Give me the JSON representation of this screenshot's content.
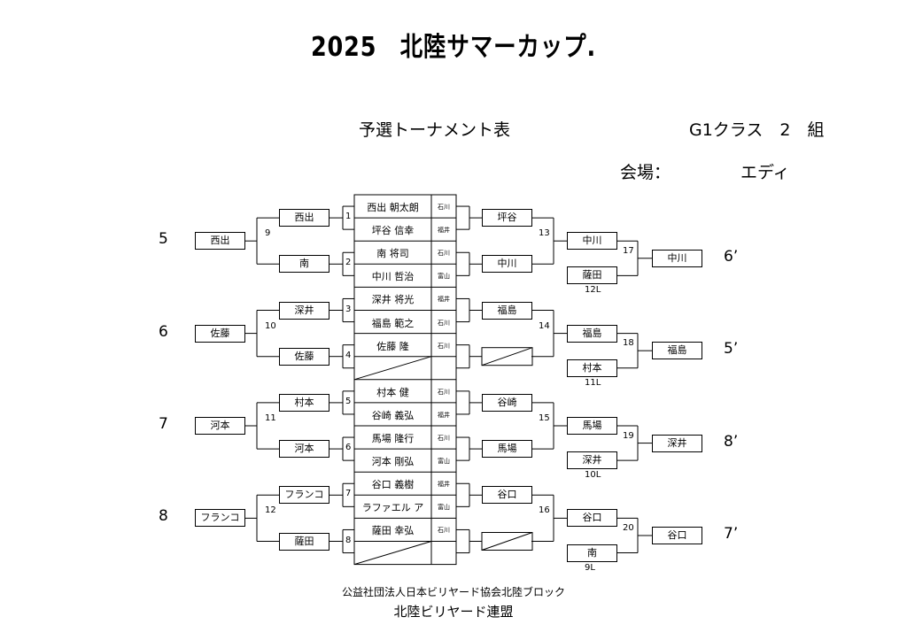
{
  "header": {
    "title": "2025　北陸サマーカップ.",
    "subtitle": "予選トーナメント表",
    "class_label": "G1クラス　2　組",
    "venue_label": "会場：",
    "venue": "エディ"
  },
  "table": [
    {
      "name": "西出 朝太朗",
      "pref": "石川"
    },
    {
      "name": "坪谷 信幸",
      "pref": "福井"
    },
    {
      "name": "南 将司",
      "pref": "石川"
    },
    {
      "name": "中川 哲治",
      "pref": "富山"
    },
    {
      "name": "深井 将光",
      "pref": "福井"
    },
    {
      "name": "福島 範之",
      "pref": "石川"
    },
    {
      "name": "佐藤 隆",
      "pref": "石川"
    },
    {
      "name": "",
      "pref": "",
      "bye": true
    },
    {
      "name": "村本 健",
      "pref": "石川"
    },
    {
      "name": "谷崎 義弘",
      "pref": "福井"
    },
    {
      "name": "馬場 隆行",
      "pref": "石川"
    },
    {
      "name": "河本 剛弘",
      "pref": "富山"
    },
    {
      "name": "谷口 義樹",
      "pref": "福井"
    },
    {
      "name": "ラファエル ア",
      "pref": "富山"
    },
    {
      "name": "薩田 幸弘",
      "pref": "石川"
    },
    {
      "name": "",
      "pref": "",
      "bye": true
    }
  ],
  "blocks": [
    {
      "seed": "5",
      "left_final": "西出",
      "left_num": "9",
      "left_r1": [
        "西出",
        "南"
      ],
      "matches": [
        "1",
        "2"
      ],
      "right_r1": [
        "坪谷",
        "中川"
      ],
      "right_num": "13",
      "right_box": "中川",
      "loser_box": "薩田",
      "loser_label": "12L",
      "final_num": "17",
      "winner": "中川",
      "place": "6’"
    },
    {
      "seed": "6",
      "left_final": "佐藤",
      "left_num": "10",
      "left_r1": [
        "深井",
        "佐藤"
      ],
      "matches": [
        "3",
        "4"
      ],
      "right_r1": [
        "福島",
        null
      ],
      "right_num": "14",
      "right_box": "福島",
      "loser_box": "村本",
      "loser_label": "11L",
      "final_num": "18",
      "winner": "福島",
      "place": "5’"
    },
    {
      "seed": "7",
      "left_final": "河本",
      "left_num": "11",
      "left_r1": [
        "村本",
        "河本"
      ],
      "matches": [
        "5",
        "6"
      ],
      "right_r1": [
        "谷崎",
        "馬場"
      ],
      "right_num": "15",
      "right_box": "馬場",
      "loser_box": "深井",
      "loser_label": "10L",
      "final_num": "19",
      "winner": "深井",
      "place": "8’"
    },
    {
      "seed": "8",
      "left_final": "フランコ",
      "left_num": "12",
      "left_r1": [
        "フランコ",
        "薩田"
      ],
      "matches": [
        "7",
        "8"
      ],
      "right_r1": [
        "谷口",
        null
      ],
      "right_num": "16",
      "right_box": "谷口",
      "loser_box": "南",
      "loser_label": "9L",
      "final_num": "20",
      "winner": "谷口",
      "place": "7’"
    }
  ],
  "footer": {
    "org": "公益社団法人日本ビリヤード協会北陸ブロック",
    "league": "北陸ビリヤード連盟"
  }
}
